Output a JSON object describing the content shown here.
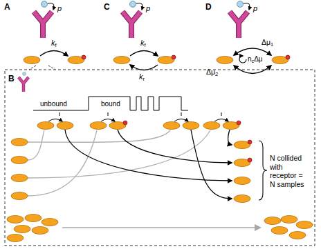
{
  "diagram": {
    "labels": [
      "A",
      "p",
      "kf",
      "C",
      "p",
      "kf",
      "kr",
      "D",
      "p",
      "Δμ1",
      "Δμ2",
      "ncΔμ",
      "B",
      "unbound",
      "bound",
      "N collided with receptor = N samples"
    ]
  }
}
